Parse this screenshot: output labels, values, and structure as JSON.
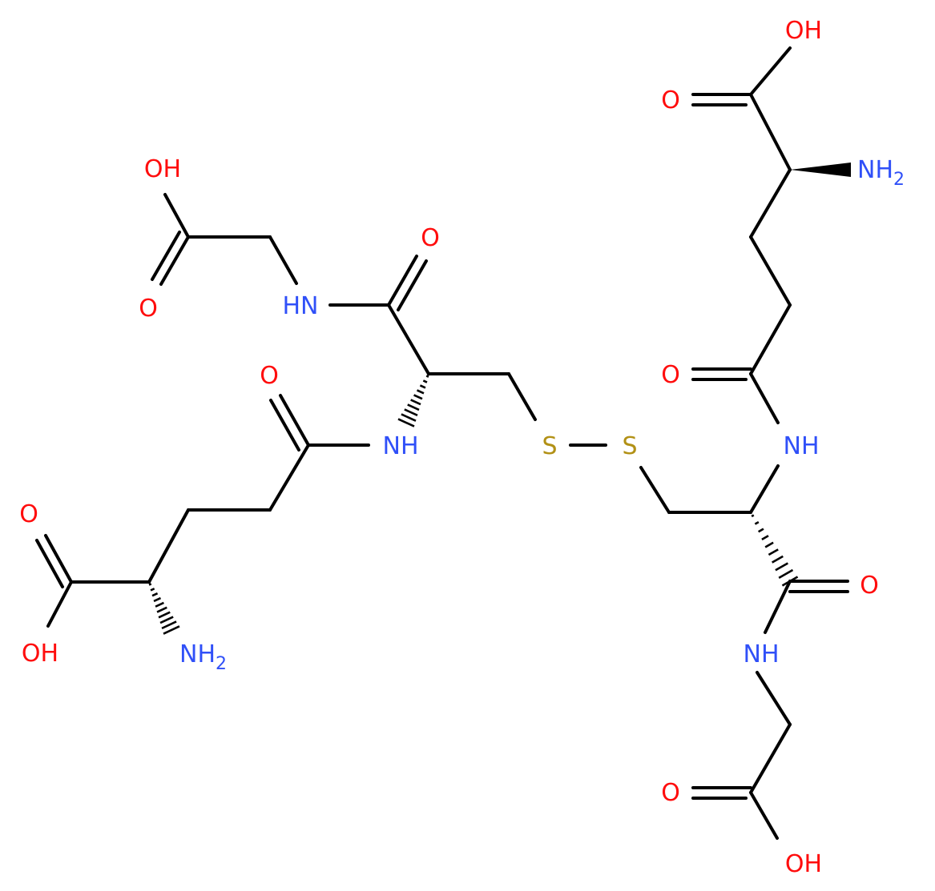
{
  "colors": {
    "bond": "#000000",
    "O": "#ff0d0d",
    "N": "#3050f8",
    "S": "#b29116"
  },
  "atoms": {
    "oh1": {
      "text": "OH",
      "el": "O"
    },
    "o2": {
      "text": "O",
      "el": "O"
    },
    "nh2a": {
      "text": "NH",
      "sub": "2",
      "el": "N"
    },
    "oh4": {
      "text": "OH",
      "el": "O"
    },
    "o5": {
      "text": "O",
      "el": "O"
    },
    "o6": {
      "text": "O",
      "el": "O"
    },
    "hn7": {
      "text": "HN",
      "el": "N"
    },
    "o8": {
      "text": "O",
      "el": "O"
    },
    "o9": {
      "text": "O",
      "el": "O"
    },
    "nh10": {
      "text": "NH",
      "el": "N"
    },
    "s11": {
      "text": "S",
      "el": "S"
    },
    "s12": {
      "text": "S",
      "el": "S"
    },
    "nh13": {
      "text": "NH",
      "el": "N"
    },
    "o14": {
      "text": "O",
      "el": "O"
    },
    "o15": {
      "text": "O",
      "el": "O"
    },
    "nh16": {
      "text": "NH",
      "el": "N"
    },
    "oh17": {
      "text": "OH",
      "el": "O"
    },
    "nh2b": {
      "text": "NH",
      "sub": "2",
      "el": "N"
    },
    "o19": {
      "text": "O",
      "el": "O"
    },
    "oh20": {
      "text": "OH",
      "el": "O"
    }
  }
}
